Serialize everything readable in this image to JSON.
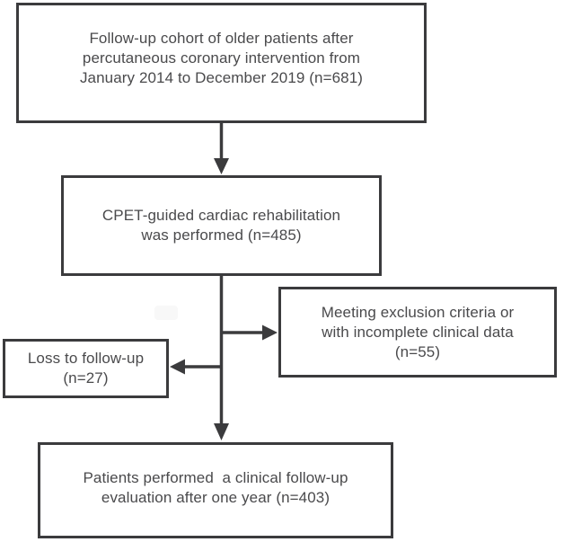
{
  "diagram": {
    "kind": "patient-flowchart",
    "line_color": "#3b3b3d",
    "text_color": "#4a4a4c",
    "background_color": "#ffffff",
    "nodes": {
      "cohort": {
        "n": 681,
        "lines": [
          "Follow-up cohort of older patients after",
          "percutaneous coronary intervention from",
          "January 2014 to December 2019 (n=681)"
        ]
      },
      "rehab": {
        "n": 485,
        "lines": [
          "CPET-guided cardiac rehabilitation",
          "was performed (n=485)"
        ]
      },
      "exclusion": {
        "n": 55,
        "lines": [
          "Meeting exclusion criteria or",
          "with incomplete clinical data",
          "(n=55)"
        ]
      },
      "loss": {
        "n": 27,
        "lines": [
          "Loss to follow-up",
          "(n=27)"
        ]
      },
      "evaluation": {
        "n": 403,
        "lines": [
          "Patients performed  a clinical follow-up",
          "evaluation after one year (n=403)"
        ]
      }
    },
    "edges": [
      {
        "from": "cohort",
        "to": "rehab",
        "direction": "down"
      },
      {
        "from": "rehab",
        "to": "exclusion",
        "direction": "right"
      },
      {
        "from": "rehab",
        "to": "loss",
        "direction": "left"
      },
      {
        "from": "rehab",
        "to": "evaluation",
        "direction": "down"
      }
    ]
  }
}
